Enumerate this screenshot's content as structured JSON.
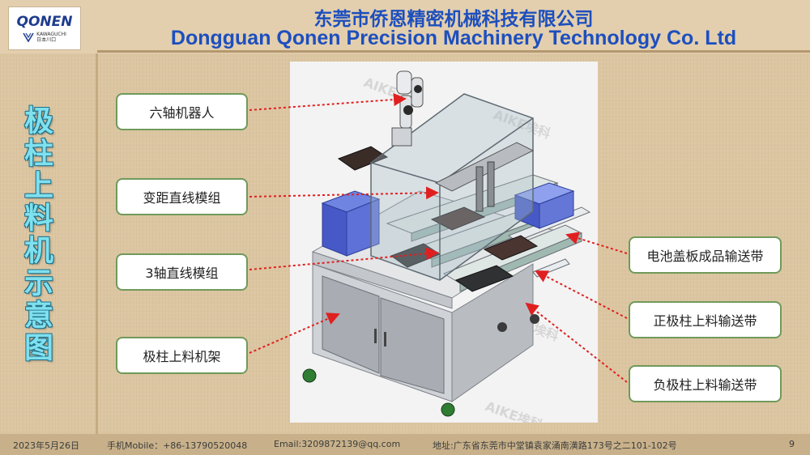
{
  "header": {
    "logo_word": "QONEN",
    "logo_sub_line1": "KAWAGUCHI",
    "logo_sub_line2": "日本川口",
    "company_cn": "东莞市侨恩精密机械科技有限公司",
    "company_en": "Dongguan Qonen Precision Machinery Technology Co. Ltd"
  },
  "side_title": "极柱上料机示意图",
  "callouts": {
    "six_axis_robot": "六轴机器人",
    "variable_pitch_module": "变距直线模组",
    "three_axis_module": "3轴直线模组",
    "pole_loader_frame": "极柱上料机架",
    "battery_cover_conveyor": "电池盖板成品输送带",
    "positive_pole_conveyor": "正极柱上料输送带",
    "negative_pole_conveyor": "负极柱上料输送带"
  },
  "watermark": "AIKE埃科",
  "footer": {
    "date": "2023年5月26日",
    "mobile": "手机Mobile：+86-13790520048",
    "email": "Email:3209872139@qq.com",
    "address": "地址:广东省东莞市中堂镇袁家涌南潢路173号之二101-102号",
    "page": "9"
  },
  "colors": {
    "title_blue": "#1d4fbe",
    "side_title_cyan": "#7fe0ee",
    "callout_border": "#6f9a5a",
    "arrow_red": "#e02020",
    "background": "#dcc6a2"
  }
}
